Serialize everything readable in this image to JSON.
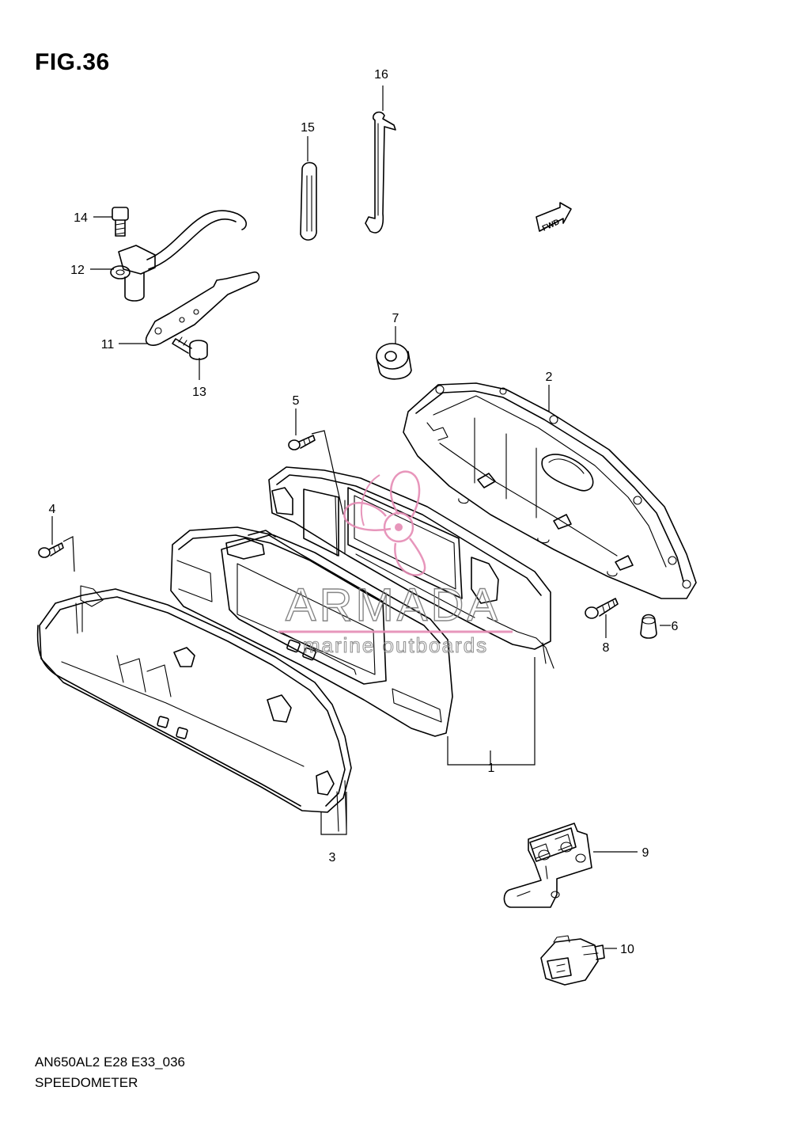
{
  "figure": {
    "title": "FIG.36",
    "model_code": "AN650AL2 E28 E33_036",
    "part_name": "SPEEDOMETER"
  },
  "callouts": [
    "1",
    "2",
    "3",
    "4",
    "5",
    "6",
    "7",
    "8",
    "9",
    "10",
    "11",
    "12",
    "13",
    "14",
    "15",
    "16"
  ],
  "fwd_label": "FWD",
  "watermark": {
    "brand": "ARMADA",
    "tagline": "marine outboards",
    "color": "#e58bb4"
  }
}
